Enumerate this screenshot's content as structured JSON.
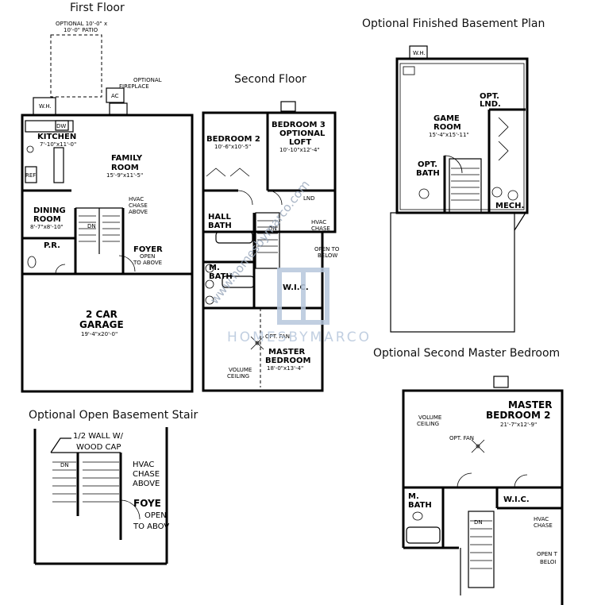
{
  "headings": {
    "first_floor": "First Floor",
    "second_floor": "Second Floor",
    "basement": "Optional Finished Basement Plan",
    "second_master": "Optional Second Master Bedroom",
    "open_stair": "Optional Open Basement Stair"
  },
  "first_floor": {
    "patio": [
      "OPTIONAL 10'-0\" x",
      "10'-0\" PATIO"
    ],
    "fireplace": [
      "OPTIONAL",
      "FIREPLACE"
    ],
    "ac": "AC",
    "wh": "W.H.",
    "dw": "DW",
    "ref": "REF",
    "kitchen": "KITCHEN",
    "kitchen_dim": "7'-10\"x11'-0\"",
    "family": [
      "FAMILY",
      "ROOM"
    ],
    "family_dim": "15'-9\"x11'-5\"",
    "dining": [
      "DINING",
      "ROOM"
    ],
    "dining_dim": "8'-7\"x8'-10\"",
    "hvac": [
      "HVAC",
      "CHASE",
      "ABOVE"
    ],
    "pr": "P.R.",
    "foyer": "FOYER",
    "open_to": [
      "OPEN",
      "TO ABOVE"
    ],
    "dn": "DN",
    "garage": [
      "2 CAR",
      "GARAGE"
    ],
    "garage_dim": "19'-4\"x20'-0\""
  },
  "second_floor": {
    "bedroom2": "BEDROOM 2",
    "bedroom2_dim": "10'-6\"x10'-5\"",
    "bedroom3": [
      "BEDROOM 3",
      "OPTIONAL",
      "LOFT"
    ],
    "bedroom3_dim": "10'-10\"x12'-4\"",
    "hall_bath": [
      "HALL",
      "BATH"
    ],
    "lnd": "LND",
    "hvac": [
      "HVAC",
      "CHASE"
    ],
    "open_to": [
      "OPEN TO",
      "BELOW"
    ],
    "dn": "DN",
    "m_bath": [
      "M.",
      "BATH"
    ],
    "wic": "W.I.C.",
    "opt_fan": "OPT. FAN",
    "master": [
      "MASTER",
      "BEDROOM"
    ],
    "master_dim": "18'-0\"x13'-4\"",
    "volume": [
      "VOLUME",
      "CEILING"
    ]
  },
  "basement": {
    "wh": "W.H.",
    "game": [
      "GAME",
      "ROOM"
    ],
    "game_dim": "15'-4\"x15'-11\"",
    "opt_lnd": [
      "OPT.",
      "LND."
    ],
    "opt_bath": [
      "OPT.",
      "BATH"
    ],
    "mech": "MECH."
  },
  "second_master": {
    "title": [
      "MASTER",
      "BEDROOM 2"
    ],
    "dim": "21'-7\"x12'-9\"",
    "volume": [
      "VOLUME",
      "CEILING"
    ],
    "opt_fan": "OPT. FAN",
    "m_bath": [
      "M.",
      "BATH"
    ],
    "wic": "W.I.C.",
    "dn": "DN",
    "hvac": [
      "HVAC",
      "CHASE"
    ],
    "open_to": [
      "OPEN T",
      "BELOI"
    ]
  },
  "open_stair": {
    "half_wall": [
      "1/2 WALL W/",
      "WOOD CAP"
    ],
    "hvac": [
      "HVAC",
      "CHASE",
      "ABOVE"
    ],
    "foyer": "FOYE",
    "open_to": [
      "OPEN",
      "TO ABOV"
    ],
    "dn": "DN"
  },
  "watermark": {
    "logo": "HM",
    "text": "HOMESBYMARCO",
    "url": "www.homesbymarco.com"
  },
  "colors": {
    "line": "#000000",
    "watermark": "#b7c7dc"
  }
}
